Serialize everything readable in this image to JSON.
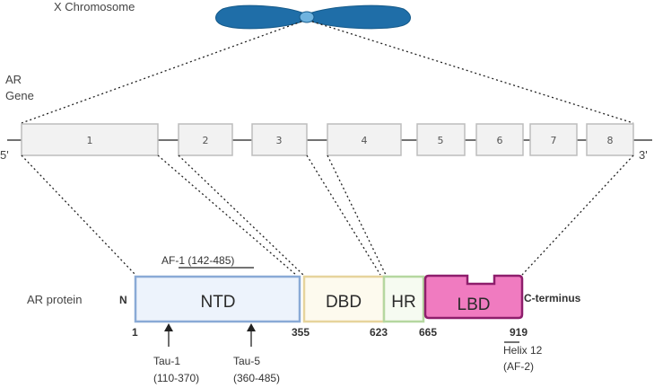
{
  "chromosome": {
    "label": "X Chromosome"
  },
  "gene": {
    "label_line1": "AR",
    "label_line2": "Gene",
    "five_prime": "5'",
    "three_prime": "3'",
    "exons": [
      "1",
      "2",
      "3",
      "4",
      "5",
      "6",
      "7",
      "8"
    ]
  },
  "protein": {
    "label": "AR protein",
    "n_term": "N",
    "c_term": "C-terminus",
    "domains": {
      "ntd": "NTD",
      "dbd": "DBD",
      "hr": "HR",
      "lbd": "LBD"
    },
    "positions": {
      "p1": "1",
      "p355": "355",
      "p623": "623",
      "p665": "665",
      "p919": "919"
    },
    "af1": "AF-1 (142-485)",
    "tau1_line1": "Tau-1",
    "tau1_line2": "(110-370)",
    "tau5_line1": "Tau-5",
    "tau5_line2": "(360-485)",
    "helix_line1": "Helix 12",
    "helix_line2": "(AF-2)"
  },
  "colors": {
    "chromosome": "#1f6ea8",
    "ntd_fill": "#edf3fc",
    "ntd_border": "#8aaad6",
    "dbd_fill": "#fdfaee",
    "dbd_border": "#e6d49c",
    "hr_fill": "#f6fbf1",
    "hr_border": "#b5d7a0",
    "lbd_fill": "#f07bc0",
    "lbd_border": "#8e1e6c",
    "exon_fill": "#f2f2f2",
    "exon_border": "#bdbdbd"
  }
}
